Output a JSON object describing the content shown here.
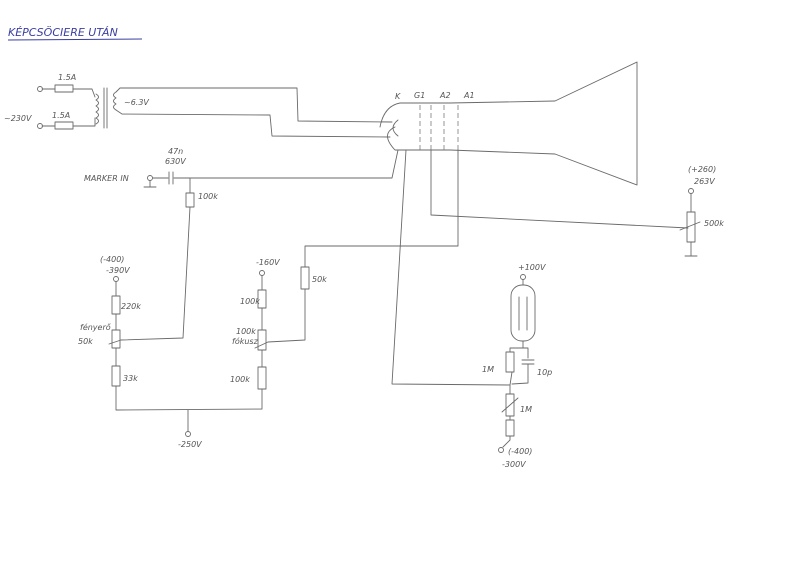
{
  "title": "KÉPCSÖCIERE UTÁN",
  "labels": {
    "fuse_top": "1.5A",
    "fuse_bottom": "1.5A",
    "mains": "~230V",
    "heater": "~6.3V",
    "tube_k": "K",
    "tube_g1": "G1",
    "tube_a2": "A2",
    "tube_a1": "A1",
    "marker_in": "MARKER IN",
    "cap_value": "47n",
    "cap_voltage": "630V",
    "r_marker": "100k",
    "left_supply_a": "(-400)",
    "left_supply_b": "-390V",
    "r_220k": "220k",
    "pot_fenyero_name": "fényerő",
    "pot_fenyero_value": "50k",
    "r_33k": "33k",
    "mid_supply": "-160V",
    "r_mid_top": "100k",
    "pot_fokusz_value": "100k",
    "pot_fokusz_name": "fókusz",
    "r_mid_bottom": "100k",
    "r_50k": "50k",
    "bottom_supply": "-250V",
    "right_supply_a": "(+260)",
    "right_supply_b": "263V",
    "pot_500k": "500k",
    "neon_supply": "+100V",
    "r_1m_top": "1M",
    "cap_10p": "10p",
    "r_1m_pot": "1M",
    "neon_bottom_a": "(-400)",
    "neon_bottom_b": "-300V"
  }
}
